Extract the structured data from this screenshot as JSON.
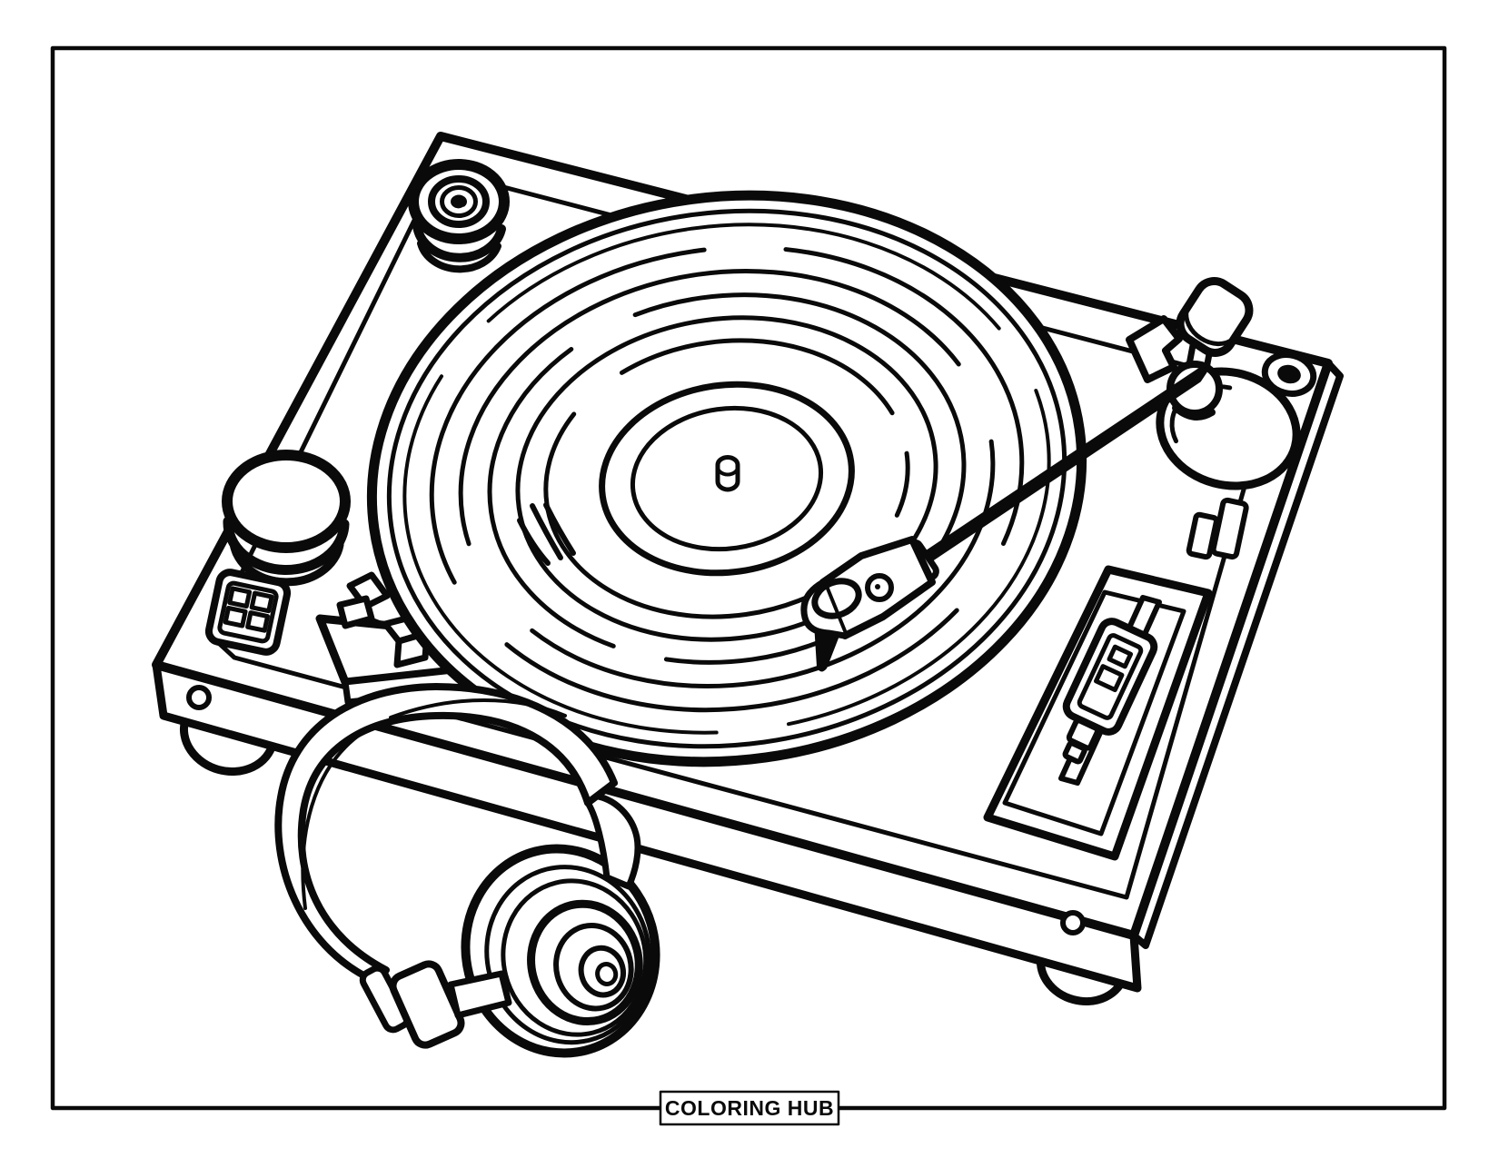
{
  "colors": {
    "paper": "#ffffff",
    "ink": "#0a0a0a"
  },
  "badge": {
    "label": "COLORING HUB"
  },
  "artwork": {
    "kind": "coloring-page line art",
    "subject": "DJ turntable with vinyl record, tonearm and headphones",
    "elements": [
      "page-frame",
      "turntable-plinth",
      "vinyl-record",
      "record-label",
      "spindle",
      "corner-adapter-knob",
      "start-stop-knob",
      "button-pad",
      "cue-lever",
      "pitch-fader",
      "toggle-switch",
      "tonearm",
      "counterweight",
      "headshell",
      "screws",
      "rubber-feet",
      "headphones",
      "headband",
      "ear-cup",
      "coloring-hub-badge"
    ]
  }
}
